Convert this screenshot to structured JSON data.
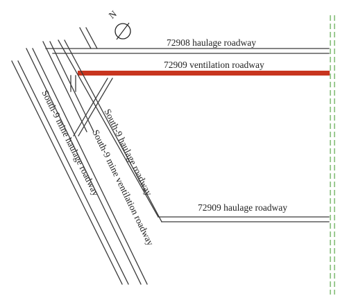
{
  "north_arrow": {
    "label": "N",
    "icon": "north-arrow-icon"
  },
  "roadways": {
    "haulage_72908": "72908 haulage roadway",
    "ventilation_72909": "72909 ventilation roadway",
    "haulage_72909": "72909 haulage roadway",
    "south9_haulage": "South-9 haulage roadway",
    "south9_mine_ventilation": "South-9 mine ventilation roadway",
    "south9_mine_haulage": "South-9 mine haulage roadway"
  },
  "colors": {
    "roadway_line": "#3a3a3a",
    "ventilation_highlight": "#c8351f",
    "boundary_dashed": "#5aa84a",
    "background": "#ffffff"
  }
}
